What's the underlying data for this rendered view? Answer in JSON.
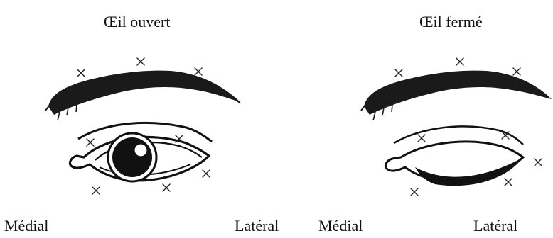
{
  "panels": {
    "open": {
      "title": "Œil ouvert",
      "medial": "Médial",
      "lateral": "Latéral"
    },
    "closed": {
      "title": "Œil fermé",
      "medial": "Médial",
      "lateral": "Latéral"
    }
  },
  "colors": {
    "ink": "#111111",
    "background": "#ffffff"
  }
}
